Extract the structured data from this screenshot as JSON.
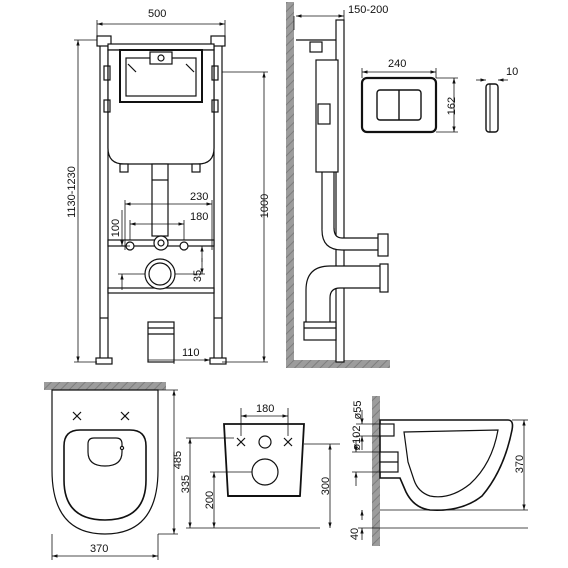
{
  "dimensions": {
    "frame_width": "500",
    "frame_height_range": "1130-1230",
    "tank_height": "1000",
    "pipe_spacing": "230",
    "bolt_spacing": "180",
    "bolt_height": "100",
    "outlet_offset": "35",
    "foot_offset": "110",
    "wall_gap": "150-200",
    "plate_width": "240",
    "plate_height": "162",
    "plate_depth": "10",
    "bowl_length": "485",
    "bowl_width": "370",
    "front_bolt_spacing": "180",
    "front_height": "335",
    "front_outlet_height": "200",
    "front_side_height": "300",
    "inlet_diameter": "ø55",
    "outlet_diameter": "ø102",
    "side_height": "370",
    "side_gap": "40"
  }
}
